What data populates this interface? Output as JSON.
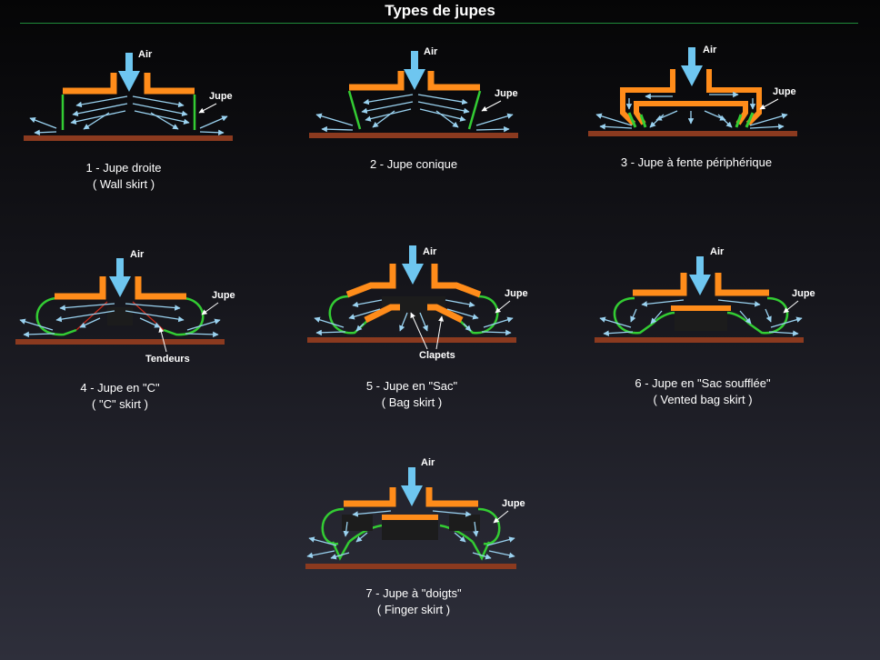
{
  "title": "Types de jupes",
  "labels": {
    "air": "Air",
    "jupe": "Jupe",
    "tendeurs": "Tendeurs",
    "clapets": "Clapets"
  },
  "colors": {
    "hull": "#ff8c1a",
    "skirt": "#33cc33",
    "ground": "#8b3a1f",
    "air_arrow": "#6ec6f0",
    "flow": "#9ad2f0",
    "tendeur": "#cc2a1a",
    "bag": "#1c1c1c",
    "rule": "#1f8a3a"
  },
  "skirts": [
    {
      "id": 1,
      "name": "1 - Jupe droite",
      "en": "( Wall skirt )"
    },
    {
      "id": 2,
      "name": "2 - Jupe conique",
      "en": ""
    },
    {
      "id": 3,
      "name": "3 - Jupe à fente périphérique",
      "en": ""
    },
    {
      "id": 4,
      "name": "4 - Jupe en \"C\"",
      "en": "( \"C\" skirt )"
    },
    {
      "id": 5,
      "name": "5 - Jupe en \"Sac\"",
      "en": "( Bag skirt )"
    },
    {
      "id": 6,
      "name": "6 - Jupe en \"Sac soufflée\"",
      "en": "( Vented bag skirt )"
    },
    {
      "id": 7,
      "name": "7 - Jupe à \"doigts\"",
      "en": "( Finger skirt )"
    }
  ]
}
